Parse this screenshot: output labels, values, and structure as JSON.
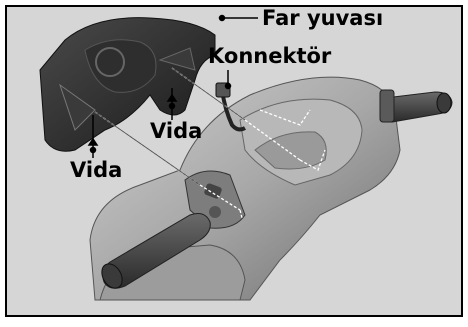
{
  "colors": {
    "background": "#d6d6d6",
    "border": "#000000",
    "handlebar_light": "#bdbdbd",
    "handlebar_mid": "#8a8a8a",
    "handlebar_dark": "#3a3a3a",
    "cover_dark": "#2a2a2a",
    "leader_line": "#ffffff"
  },
  "labels": {
    "headlight_housing": "Far yuvası",
    "connector": "Konnektör",
    "screw_right": "Vida",
    "screw_left": "Vida"
  }
}
